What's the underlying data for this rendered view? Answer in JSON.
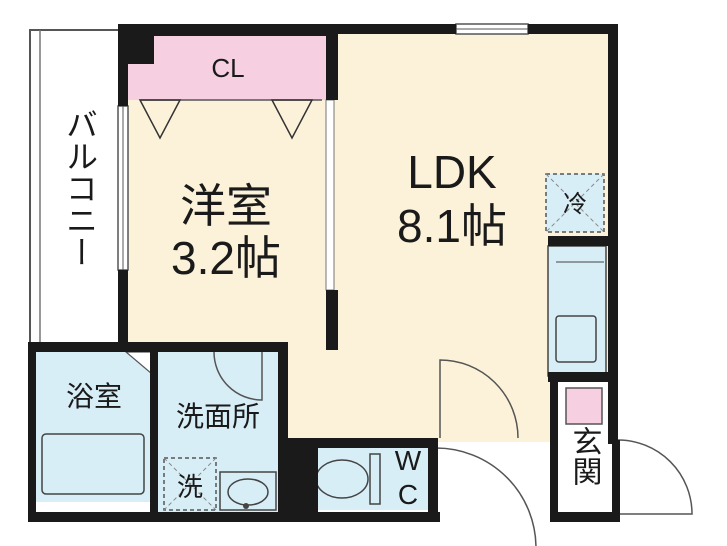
{
  "rooms": {
    "closet": "CL",
    "western_room_name": "洋室",
    "western_room_size": "3.2帖",
    "ldk_name": "LDK",
    "ldk_size": "8.1帖",
    "balcony": "バルコニー",
    "fridge": "冷",
    "bath": "浴室",
    "washroom": "洗面所",
    "washer": "洗",
    "wc_top": "W",
    "wc_bottom": "C",
    "entrance": "玄関"
  },
  "colors": {
    "wall": "#1a1a1a",
    "room_floor": "#fbf2d9",
    "wet_area": "#d8eef7",
    "closet": "#f6cfe0",
    "balcony": "#ffffff"
  }
}
